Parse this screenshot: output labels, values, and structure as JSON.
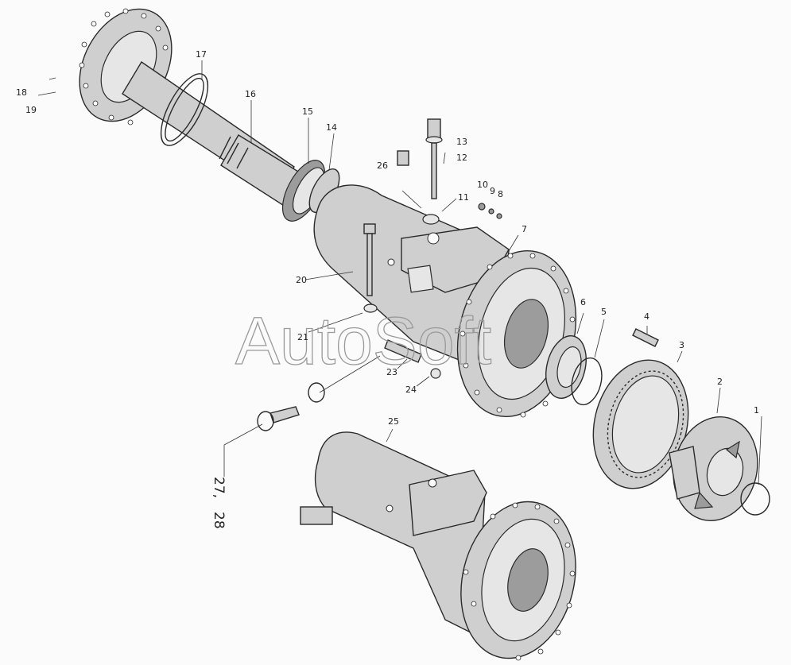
{
  "watermark": "AutoSoft",
  "callouts": [
    "1",
    "2",
    "3",
    "4",
    "5",
    "6",
    "7",
    "8",
    "9",
    "10",
    "11",
    "12",
    "13",
    "14",
    "15",
    "16",
    "17",
    "18",
    "19",
    "20",
    "21",
    "23",
    "24",
    "25",
    "26"
  ],
  "side_label": {
    "line1": "27,",
    "line2": "28"
  }
}
